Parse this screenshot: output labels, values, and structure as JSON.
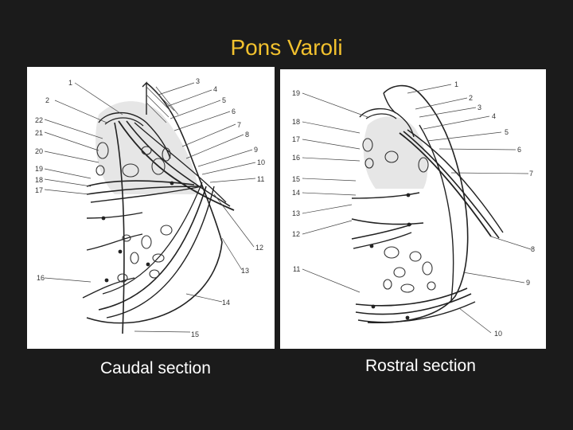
{
  "title": "Pons Varoli",
  "caudal": {
    "caption": "Caudal section",
    "labels": [
      "1",
      "2",
      "3",
      "4",
      "5",
      "6",
      "7",
      "8",
      "9",
      "10",
      "11",
      "12",
      "13",
      "14",
      "15",
      "16",
      "17",
      "18",
      "19",
      "20",
      "21",
      "22"
    ]
  },
  "rostral": {
    "caption": "Rostral section",
    "labels": [
      "1",
      "2",
      "3",
      "4",
      "5",
      "6",
      "7",
      "8",
      "9",
      "10",
      "11",
      "12",
      "13",
      "14",
      "15",
      "16",
      "17",
      "18",
      "19"
    ]
  },
  "colors": {
    "title": "#f2c12e",
    "background": "#1b1b1b",
    "caption": "#ffffff"
  }
}
